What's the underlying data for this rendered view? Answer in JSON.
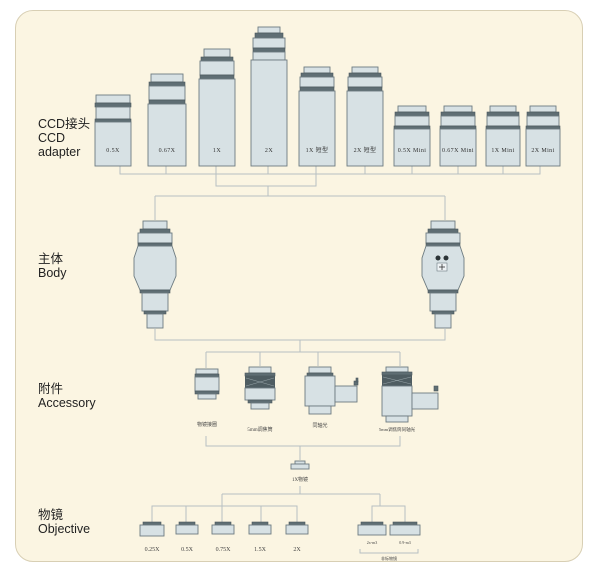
{
  "sections": {
    "ccd": {
      "zh": "CCD接头",
      "en1": "CCD",
      "en2": "adapter"
    },
    "body": {
      "zh": "主体",
      "en": "Body"
    },
    "accessory": {
      "zh": "附件",
      "en": "Accessory"
    },
    "objective": {
      "zh": "物镜",
      "en": "Objective"
    }
  },
  "ccd_adapters": [
    "0.5X",
    "0.67X",
    "1X",
    "2X",
    "1X 短型",
    "2X 短型",
    "0.5X Mini",
    "0.67X Mini",
    "1X Mini",
    "2X Mini"
  ],
  "accessories": [
    "物镜接圈",
    "5mm调焦筒",
    "同轴光",
    "5mm调焦筒同轴光"
  ],
  "coupler": "1X物镜",
  "objectives": [
    "0.25X",
    "0.5X",
    "0.75X",
    "1.5X",
    "2X"
  ],
  "special_objectives": [
    "2x-m3",
    "0.9-m3"
  ],
  "special_group_label": "非标物镜",
  "colors": {
    "panel": "#fbf5e2",
    "metal": "#d7e1e4",
    "dark": "#5f6e74",
    "connector": "#b7c0c2"
  }
}
